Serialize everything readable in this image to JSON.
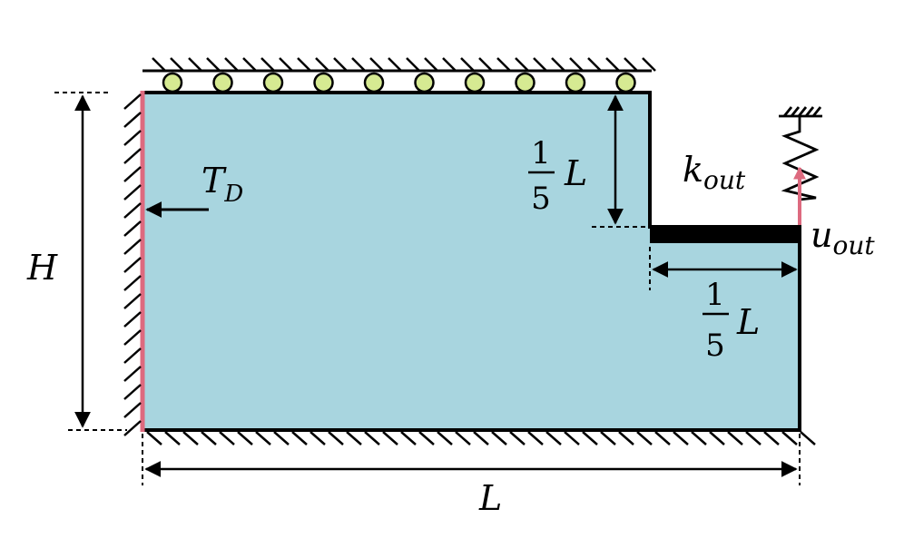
{
  "labels": {
    "height": "H",
    "length": "L",
    "traction_main": "T",
    "traction_sub": "D",
    "step_height_num": "1",
    "step_height_den": "5",
    "step_height_var": "L",
    "step_width_num": "1",
    "step_width_den": "5",
    "step_width_var": "L",
    "spring_main": "k",
    "spring_sub": "out",
    "output_main": "u",
    "output_sub": "out"
  },
  "colors": {
    "domain_fill": "#a8d5df",
    "traction_edge": "#dd6a7f",
    "roller_fill": "#d6ea92",
    "output_arrow": "#dd6a7f"
  },
  "icons": {
    "roller_support": "roller-circle-icon",
    "fixed_support": "hatched-ground-icon",
    "spring": "zigzag-spring-icon"
  }
}
